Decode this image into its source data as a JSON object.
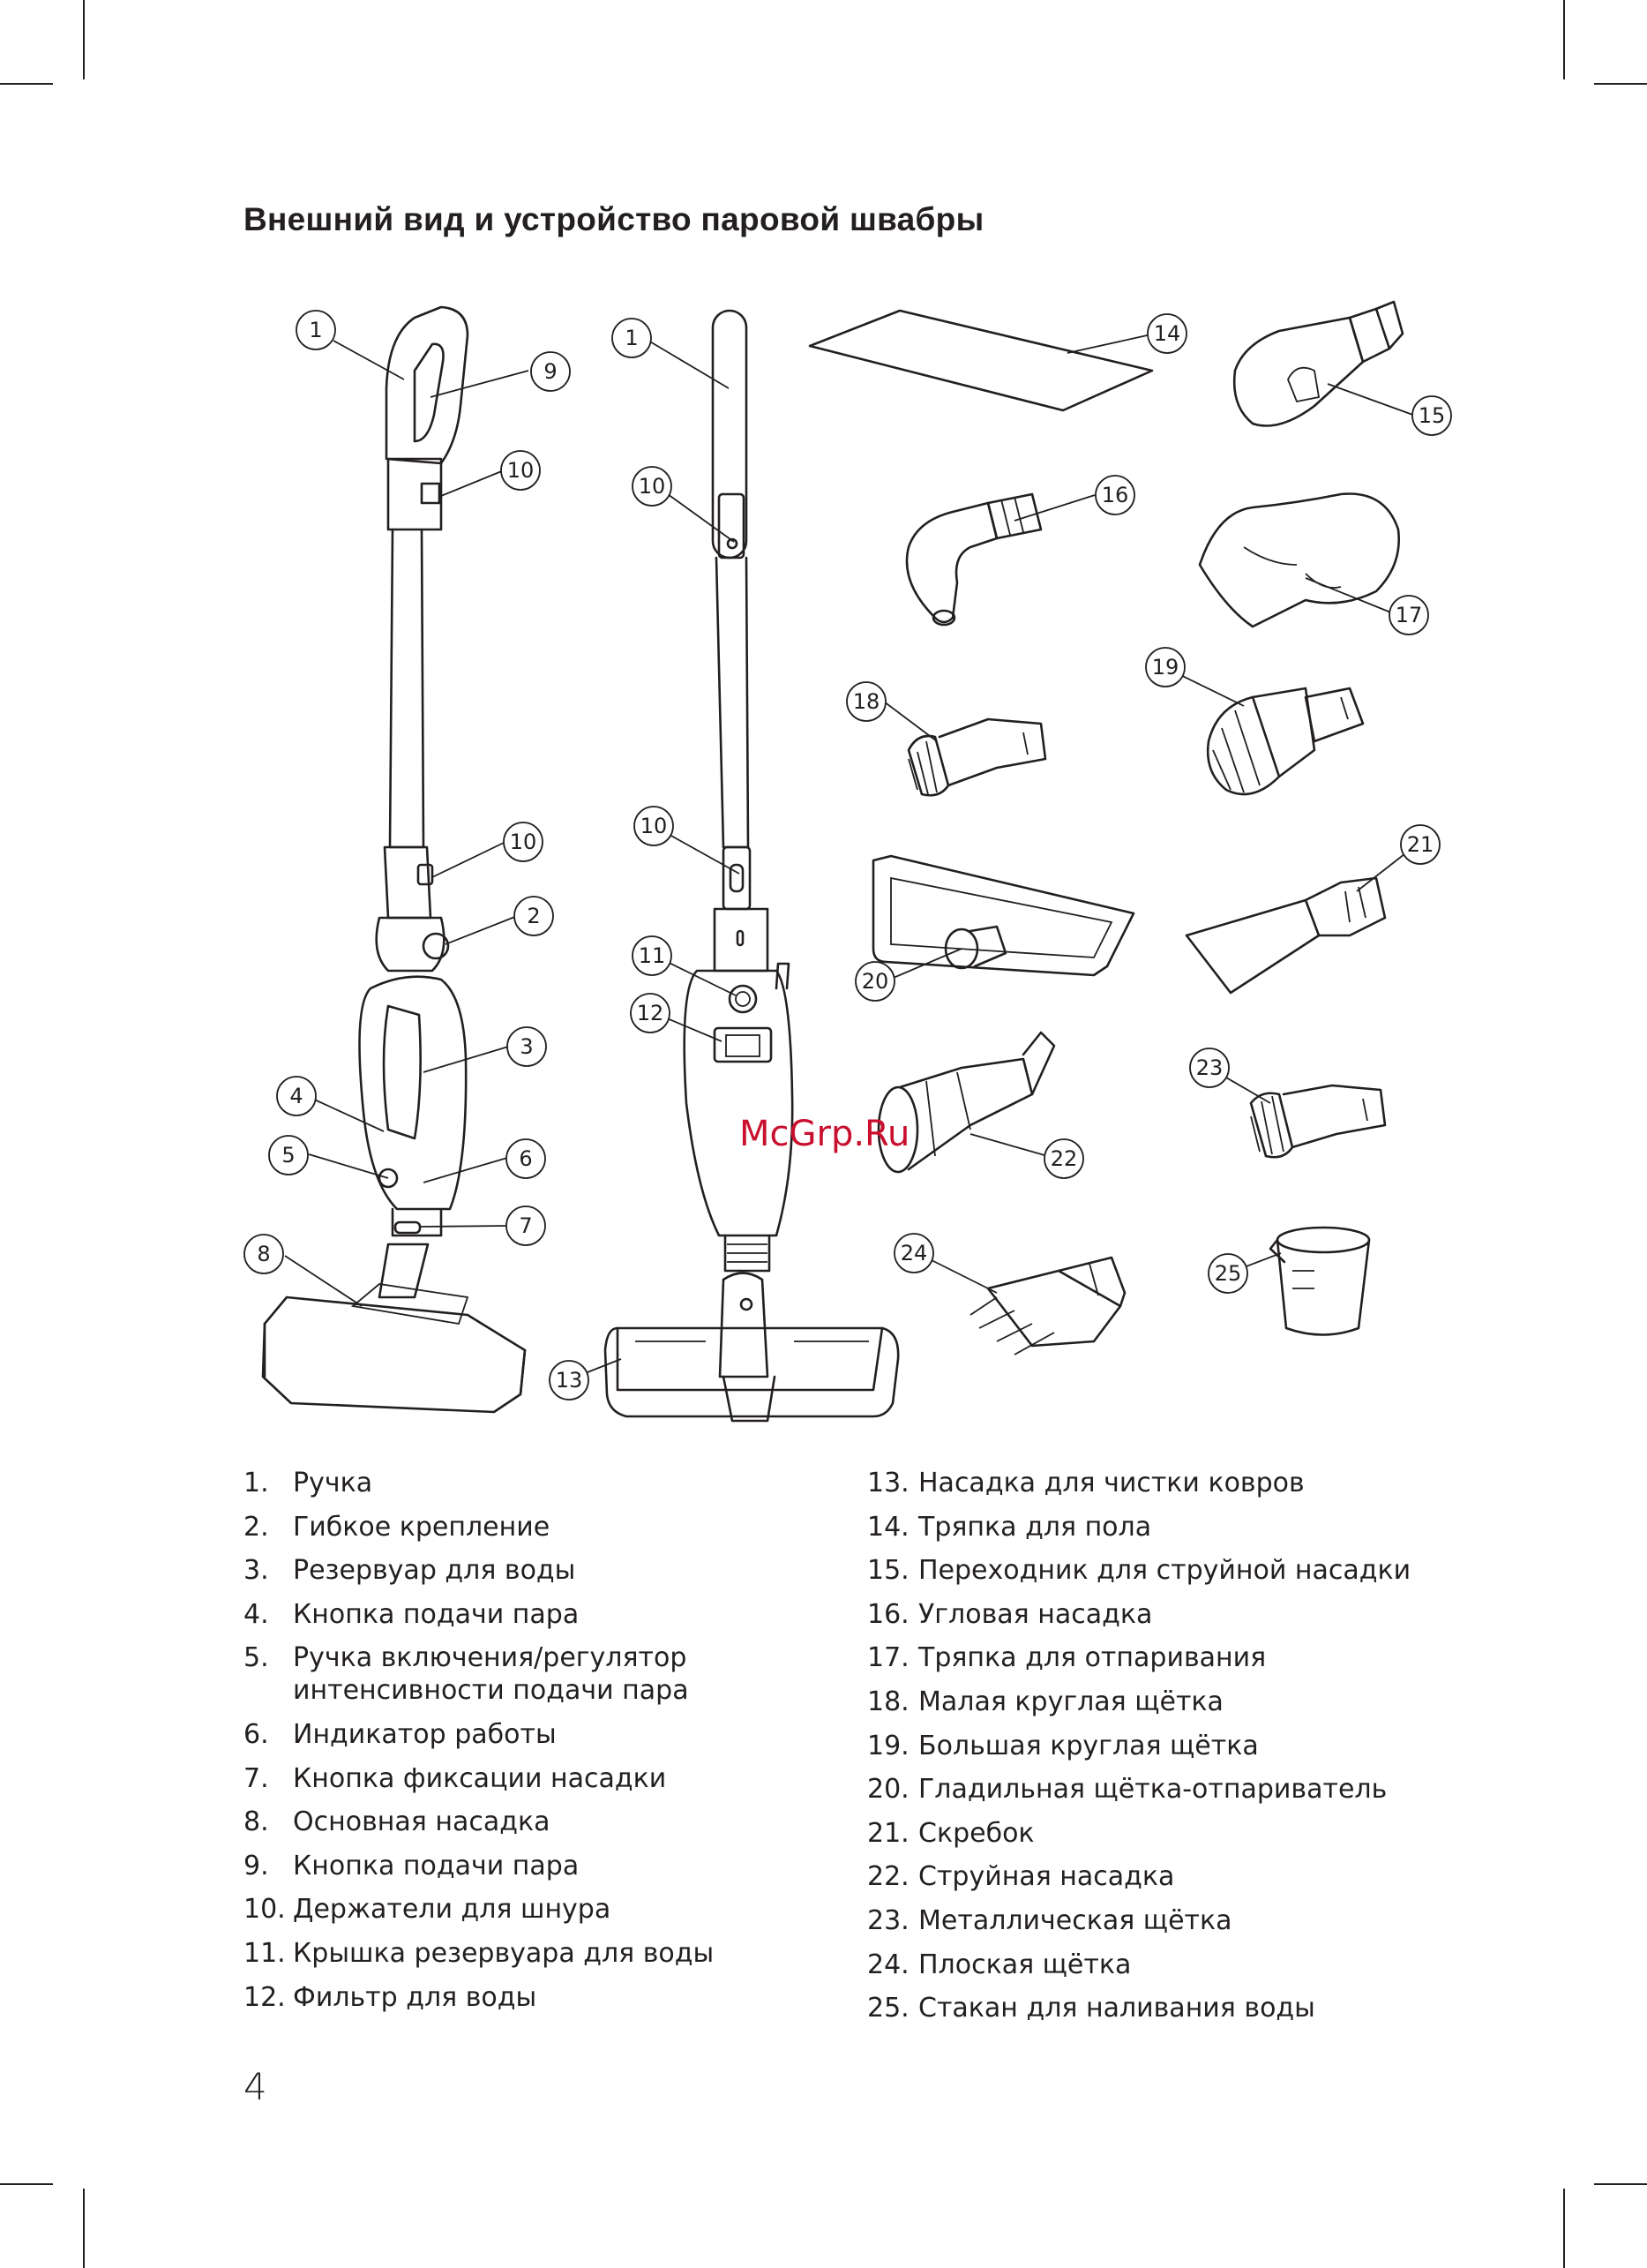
{
  "document": {
    "title": "Внешний вид и устройство паровой швабры",
    "page_number": "4",
    "watermark": "McGrp.Ru"
  },
  "figure": {
    "callouts": [
      "1",
      "9",
      "10",
      "10",
      "2",
      "3",
      "4",
      "5",
      "6",
      "7",
      "8",
      "1",
      "10",
      "10",
      "11",
      "12",
      "13",
      "14",
      "15",
      "16",
      "17",
      "18",
      "19",
      "20",
      "21",
      "22",
      "23",
      "24",
      "25"
    ]
  },
  "legend_left": [
    {
      "num": "1.",
      "text": "Ручка"
    },
    {
      "num": "2.",
      "text": "Гибкое крепление"
    },
    {
      "num": "3.",
      "text": "Резервуар для воды"
    },
    {
      "num": "4.",
      "text": "Кнопка подачи пара"
    },
    {
      "num": "5.",
      "text": "Ручка включения/регулятор интенсивности подачи пара"
    },
    {
      "num": "6.",
      "text": "Индикатор работы"
    },
    {
      "num": "7.",
      "text": "Кнопка фиксации насадки"
    },
    {
      "num": "8.",
      "text": "Основная насадка"
    },
    {
      "num": "9.",
      "text": "Кнопка подачи пара"
    },
    {
      "num": "10.",
      "text": "Держатели для шнура"
    },
    {
      "num": "11.",
      "text": "Крышка резервуара для воды"
    },
    {
      "num": "12.",
      "text": "Фильтр для воды"
    }
  ],
  "legend_right": [
    {
      "num": "13.",
      "text": "Насадка для чистки ковров"
    },
    {
      "num": "14.",
      "text": "Тряпка для пола"
    },
    {
      "num": "15.",
      "text": "Переходник для струйной насадки"
    },
    {
      "num": "16.",
      "text": "Угловая насадка"
    },
    {
      "num": "17.",
      "text": "Тряпка для отпаривания"
    },
    {
      "num": "18.",
      "text": "Малая круглая щётка"
    },
    {
      "num": "19.",
      "text": "Большая круглая щётка"
    },
    {
      "num": "20.",
      "text": "Гладильная щётка-отпариватель"
    },
    {
      "num": "21.",
      "text": "Скребок"
    },
    {
      "num": "22.",
      "text": "Струйная насадка"
    },
    {
      "num": "23.",
      "text": "Металлическая щётка"
    },
    {
      "num": "24.",
      "text": "Плоская щётка"
    },
    {
      "num": "25.",
      "text": "Стакан для наливания воды"
    }
  ]
}
